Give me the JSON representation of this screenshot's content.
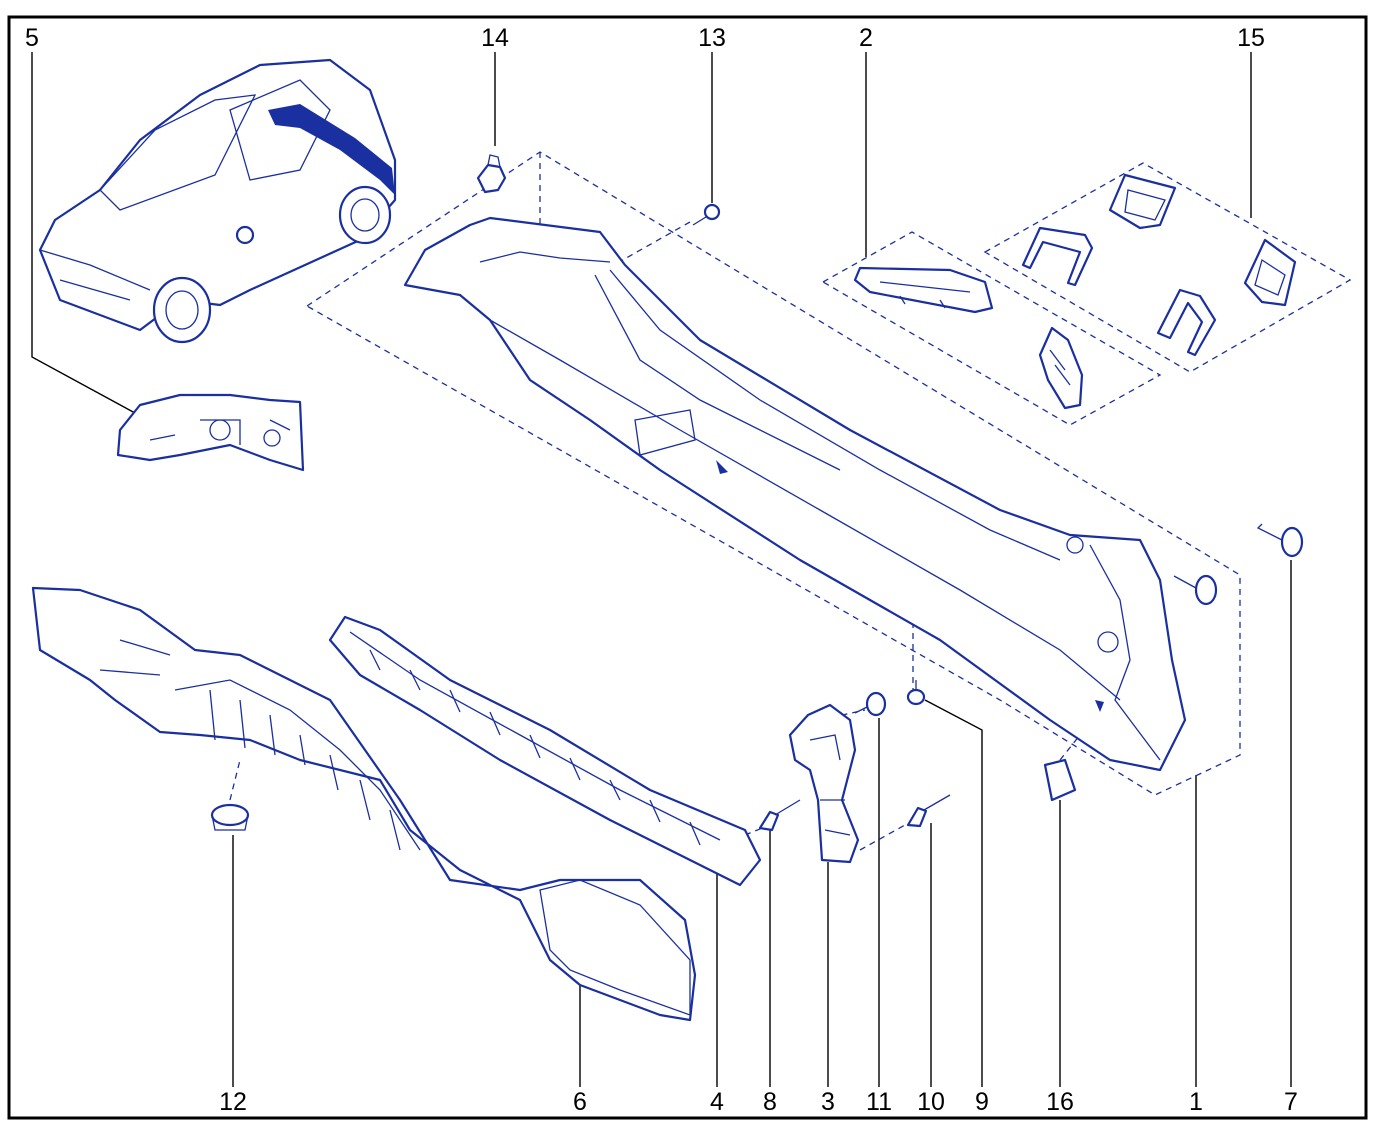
{
  "diagram": {
    "colors": {
      "line": "#1a2fa0",
      "border": "#000000",
      "labels": "#000000"
    },
    "labels": {
      "p1": "1",
      "p2": "2",
      "p3": "3",
      "p4": "4",
      "p5": "5",
      "p6": "6",
      "p7": "7",
      "p8": "8",
      "p9": "9",
      "p10": "10",
      "p11": "11",
      "p12": "12",
      "p13": "13",
      "p14": "14",
      "p15": "15",
      "p16": "16"
    }
  }
}
